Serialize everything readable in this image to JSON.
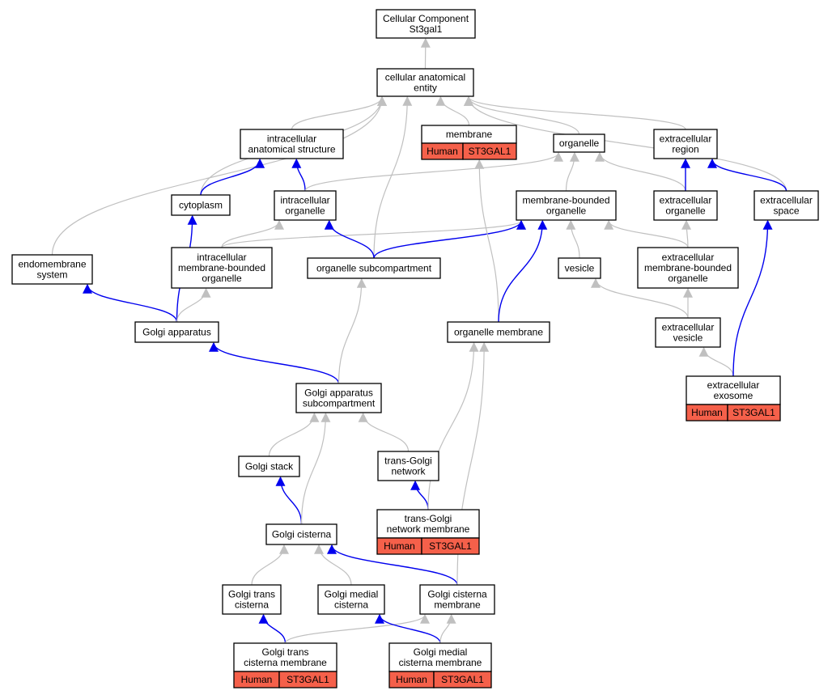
{
  "colors": {
    "is_a": "#c0c0c0",
    "part_of": "#0000ee",
    "annotation_fill": "#f5604a",
    "node_fill": "#ffffff",
    "node_border": "#000000"
  },
  "nodes": [
    {
      "id": "cc_root",
      "lines": [
        "Cellular Component",
        "St3gal1"
      ]
    },
    {
      "id": "cae",
      "lines": [
        "cellular anatomical",
        "entity"
      ]
    },
    {
      "id": "ias",
      "lines": [
        "intracellular",
        "anatomical structure"
      ]
    },
    {
      "id": "membrane",
      "lines": [
        "membrane"
      ],
      "annotation": {
        "species": "Human",
        "gene": "ST3GAL1"
      }
    },
    {
      "id": "organelle",
      "lines": [
        "organelle"
      ]
    },
    {
      "id": "ecr",
      "lines": [
        "extracellular",
        "region"
      ]
    },
    {
      "id": "cytoplasm",
      "lines": [
        "cytoplasm"
      ]
    },
    {
      "id": "icorg",
      "lines": [
        "intracellular",
        "organelle"
      ]
    },
    {
      "id": "mbo",
      "lines": [
        "membrane-bounded",
        "organelle"
      ]
    },
    {
      "id": "ecorg",
      "lines": [
        "extracellular",
        "organelle"
      ]
    },
    {
      "id": "ecspace",
      "lines": [
        "extracellular",
        "space"
      ]
    },
    {
      "id": "endo",
      "lines": [
        "endomembrane",
        "system"
      ]
    },
    {
      "id": "imbo",
      "lines": [
        "intracellular",
        "membrane-bounded",
        "organelle"
      ]
    },
    {
      "id": "osub",
      "lines": [
        "organelle subcompartment"
      ]
    },
    {
      "id": "vesicle",
      "lines": [
        "vesicle"
      ]
    },
    {
      "id": "embo",
      "lines": [
        "extracellular",
        "membrane-bounded",
        "organelle"
      ]
    },
    {
      "id": "golgi",
      "lines": [
        "Golgi apparatus"
      ]
    },
    {
      "id": "orgmem",
      "lines": [
        "organelle membrane"
      ]
    },
    {
      "id": "ecves",
      "lines": [
        "extracellular",
        "vesicle"
      ]
    },
    {
      "id": "exo",
      "lines": [
        "extracellular",
        "exosome"
      ],
      "annotation": {
        "species": "Human",
        "gene": "ST3GAL1"
      }
    },
    {
      "id": "gas",
      "lines": [
        "Golgi apparatus",
        "subcompartment"
      ]
    },
    {
      "id": "gstack",
      "lines": [
        "Golgi stack"
      ]
    },
    {
      "id": "tgn",
      "lines": [
        "trans-Golgi",
        "network"
      ]
    },
    {
      "id": "tgnm",
      "lines": [
        "trans-Golgi",
        "network membrane"
      ],
      "annotation": {
        "species": "Human",
        "gene": "ST3GAL1"
      }
    },
    {
      "id": "gcis",
      "lines": [
        "Golgi cisterna"
      ]
    },
    {
      "id": "gtc",
      "lines": [
        "Golgi trans",
        "cisterna"
      ]
    },
    {
      "id": "gmc",
      "lines": [
        "Golgi medial",
        "cisterna"
      ]
    },
    {
      "id": "gcm",
      "lines": [
        "Golgi cisterna",
        "membrane"
      ]
    },
    {
      "id": "gtcm",
      "lines": [
        "Golgi trans",
        "cisterna membrane"
      ],
      "annotation": {
        "species": "Human",
        "gene": "ST3GAL1"
      }
    },
    {
      "id": "gmcm",
      "lines": [
        "Golgi medial",
        "cisterna membrane"
      ],
      "annotation": {
        "species": "Human",
        "gene": "ST3GAL1"
      }
    }
  ],
  "edges": [
    {
      "from": "cae",
      "to": "cc_root",
      "type": "is_a"
    },
    {
      "from": "ias",
      "to": "cae",
      "type": "is_a"
    },
    {
      "from": "membrane",
      "to": "cae",
      "type": "is_a"
    },
    {
      "from": "organelle",
      "to": "cae",
      "type": "is_a"
    },
    {
      "from": "ecr",
      "to": "cae",
      "type": "is_a"
    },
    {
      "from": "cytoplasm",
      "to": "cae",
      "type": "is_a"
    },
    {
      "from": "endo",
      "to": "cae",
      "type": "is_a"
    },
    {
      "from": "osub",
      "to": "cae",
      "type": "is_a"
    },
    {
      "from": "ecspace",
      "to": "cae",
      "type": "is_a"
    },
    {
      "from": "cytoplasm",
      "to": "ias",
      "type": "part_of"
    },
    {
      "from": "icorg",
      "to": "ias",
      "type": "part_of"
    },
    {
      "from": "icorg",
      "to": "organelle",
      "type": "is_a"
    },
    {
      "from": "mbo",
      "to": "organelle",
      "type": "is_a"
    },
    {
      "from": "ecorg",
      "to": "organelle",
      "type": "is_a"
    },
    {
      "from": "ecorg",
      "to": "ecr",
      "type": "part_of"
    },
    {
      "from": "ecspace",
      "to": "ecr",
      "type": "part_of"
    },
    {
      "from": "imbo",
      "to": "icorg",
      "type": "is_a"
    },
    {
      "from": "imbo",
      "to": "mbo",
      "type": "is_a"
    },
    {
      "from": "osub",
      "to": "icorg",
      "type": "part_of"
    },
    {
      "from": "osub",
      "to": "mbo",
      "type": "part_of"
    },
    {
      "from": "vesicle",
      "to": "mbo",
      "type": "is_a"
    },
    {
      "from": "embo",
      "to": "mbo",
      "type": "is_a"
    },
    {
      "from": "embo",
      "to": "ecorg",
      "type": "is_a"
    },
    {
      "from": "golgi",
      "to": "cytoplasm",
      "type": "part_of"
    },
    {
      "from": "golgi",
      "to": "endo",
      "type": "part_of"
    },
    {
      "from": "golgi",
      "to": "imbo",
      "type": "is_a"
    },
    {
      "from": "orgmem",
      "to": "membrane",
      "type": "is_a"
    },
    {
      "from": "orgmem",
      "to": "mbo",
      "type": "part_of"
    },
    {
      "from": "ecves",
      "to": "vesicle",
      "type": "is_a"
    },
    {
      "from": "ecves",
      "to": "embo",
      "type": "is_a"
    },
    {
      "from": "exo",
      "to": "ecves",
      "type": "is_a"
    },
    {
      "from": "exo",
      "to": "ecspace",
      "type": "part_of"
    },
    {
      "from": "gas",
      "to": "golgi",
      "type": "part_of"
    },
    {
      "from": "gas",
      "to": "osub",
      "type": "is_a"
    },
    {
      "from": "gstack",
      "to": "gas",
      "type": "is_a"
    },
    {
      "from": "tgn",
      "to": "gas",
      "type": "is_a"
    },
    {
      "from": "tgnm",
      "to": "tgn",
      "type": "part_of"
    },
    {
      "from": "tgnm",
      "to": "orgmem",
      "type": "is_a"
    },
    {
      "from": "gcis",
      "to": "gstack",
      "type": "part_of"
    },
    {
      "from": "gcis",
      "to": "gas",
      "type": "is_a"
    },
    {
      "from": "gtc",
      "to": "gcis",
      "type": "is_a"
    },
    {
      "from": "gmc",
      "to": "gcis",
      "type": "is_a"
    },
    {
      "from": "gcm",
      "to": "gcis",
      "type": "part_of"
    },
    {
      "from": "gcm",
      "to": "orgmem",
      "type": "is_a"
    },
    {
      "from": "gtcm",
      "to": "gtc",
      "type": "part_of"
    },
    {
      "from": "gtcm",
      "to": "gcm",
      "type": "is_a"
    },
    {
      "from": "gmcm",
      "to": "gmc",
      "type": "part_of"
    },
    {
      "from": "gmcm",
      "to": "gcm",
      "type": "is_a"
    }
  ]
}
